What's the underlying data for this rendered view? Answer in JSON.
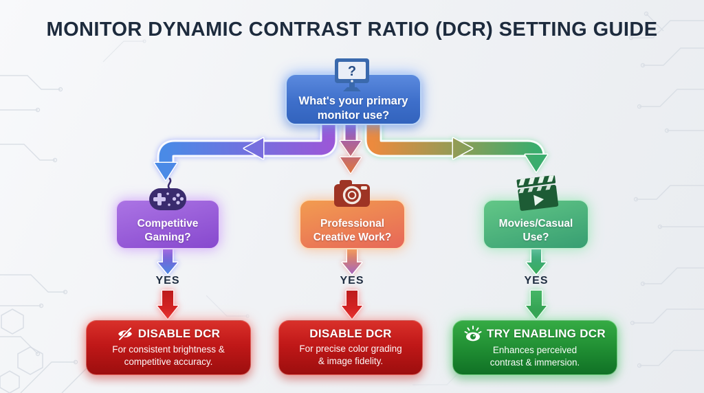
{
  "title": "MONITOR DYNAMIC CONTRAST RATIO (DCR) SETTING GUIDE",
  "root_question": {
    "icon": "monitor-question-icon",
    "line1": "What's your primary",
    "line2": "monitor use?"
  },
  "branches": [
    {
      "id": "competitive-gaming",
      "icon": "gamepad-icon",
      "question_line1": "Competitive",
      "question_line2": "Gaming?",
      "yes_label": "YES",
      "result": {
        "icon": "eye-slash-icon",
        "heading": "DISABLE DCR",
        "desc_line1": "For consistent brightness &",
        "desc_line2": "competitive accuracy.",
        "status_color": "red"
      }
    },
    {
      "id": "professional-creative-work",
      "icon": "camera-icon",
      "question_line1": "Professional",
      "question_line2": "Creative Work?",
      "yes_label": "YES",
      "result": {
        "icon": "none",
        "heading": "DISABLE DCR",
        "desc_line1": "For precise color grading",
        "desc_line2": "& image fidelity.",
        "status_color": "red"
      }
    },
    {
      "id": "movies-casual-use",
      "icon": "clapperboard-icon",
      "question_line1": "Movies/Casual",
      "question_line2": "Use?",
      "yes_label": "YES",
      "result": {
        "icon": "eye-rays-icon",
        "heading": "TRY ENABLING DCR",
        "desc_line1": "Enhances perceived",
        "desc_line2": "contrast & immersion.",
        "status_color": "green"
      }
    }
  ],
  "colors": {
    "root_blue": "#3e6fca",
    "gaming_purple": "#8748ce",
    "creative_orange": "#e76758",
    "movies_green": "#379e72",
    "disable_red": "#c01818",
    "enable_green": "#1f8c32",
    "title_navy": "#1d2b3d",
    "background": "#eef1f4"
  }
}
